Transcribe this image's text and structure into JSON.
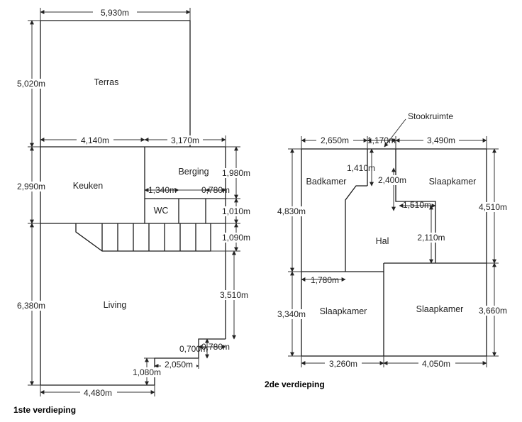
{
  "floor1": {
    "caption": "1ste verdieping",
    "rooms": {
      "terras": "Terras",
      "keuken": "Keuken",
      "berging": "Berging",
      "wc": "WC",
      "living": "Living"
    },
    "dims": {
      "terras_width": "5,930m",
      "terras_depth": "5,020m",
      "keuken_width": "4,140m",
      "berging_width": "3,170m",
      "keuken_depth": "2,990m",
      "berging_depth": "1,980m",
      "wc_left": "1,340m",
      "wc_right": "0,780m",
      "wc_depth": "1,010m",
      "stair_depth": "1,090m",
      "living_depth": "6,380m",
      "living_right_depth": "3,510m",
      "notch_small_v": "0,700m",
      "notch_small_h": "0,780m",
      "notch_step_w": "2,050m",
      "notch_step_h": "1,080m",
      "living_width": "4,480m"
    }
  },
  "floor2": {
    "caption": "2de verdieping",
    "callout": "Stookruimte",
    "rooms": {
      "badkamer": "Badkamer",
      "slaapkamer_tr": "Slaapkamer",
      "hal": "Hal",
      "slaapkamer_bl": "Slaapkamer",
      "slaapkamer_br": "Slaapkamer"
    },
    "dims": {
      "badkamer_width": "2,650m",
      "stook_width": "1,170m",
      "slaap_tr_width": "3,490m",
      "stook_depth": "1,410m",
      "hal_top": "2,400m",
      "left_depth": "4,830m",
      "right_depth": "4,510m",
      "inner_step": "1,510m",
      "inner_vertical": "2,110m",
      "hal_bottom": "1,780m",
      "bl_depth": "3,340m",
      "br_depth": "3,660m",
      "bl_width": "3,260m",
      "br_width": "4,050m"
    }
  }
}
